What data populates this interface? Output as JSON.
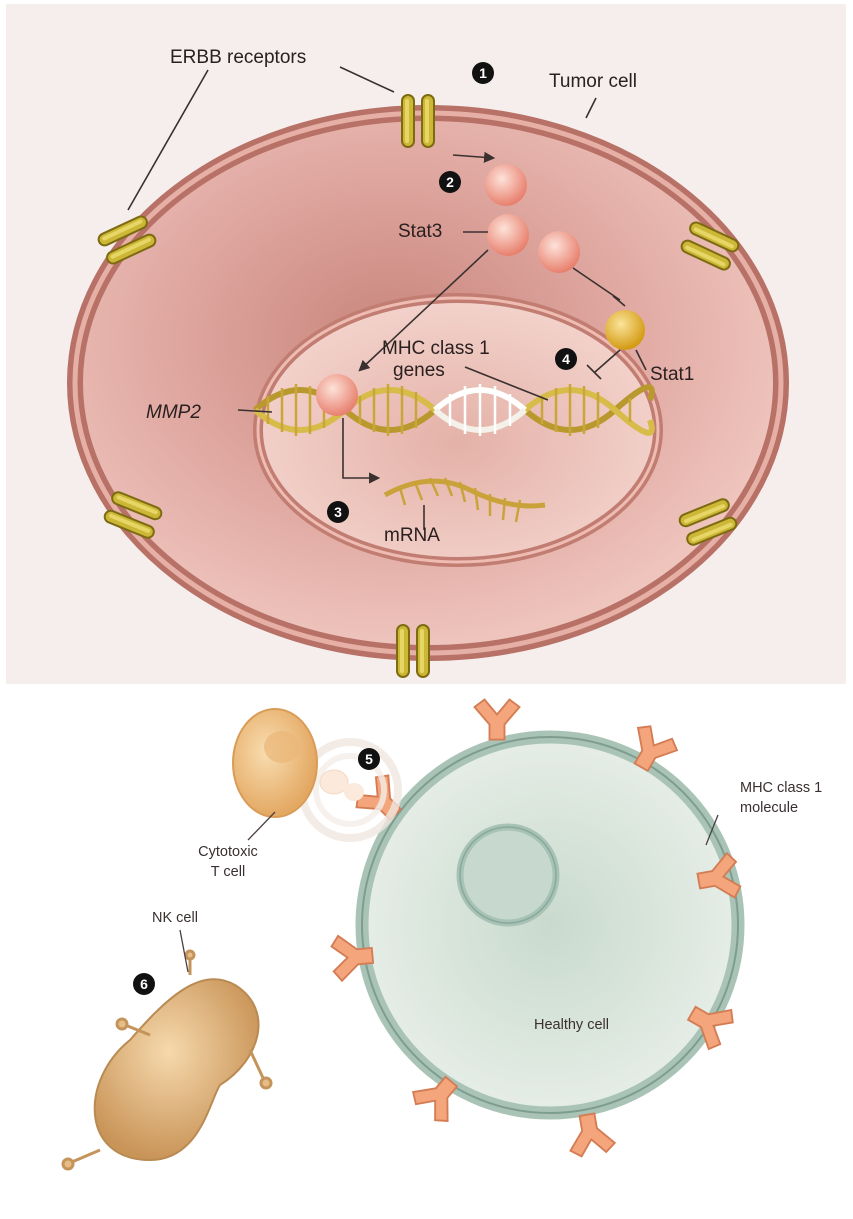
{
  "colors": {
    "tumor_cytoplasm": "#e4aaa4",
    "tumor_membrane": "#c98377",
    "receptor_gold": "#c4b02a",
    "stat3_pink": "#f0a493",
    "stat1_gold": "#e8b62a",
    "healthy_cell": "#dfe9e2",
    "healthy_membrane": "#a9c4b6",
    "mhc_molecule": "#f2a47a",
    "t_cell": "#f3c98e",
    "nk_cell": "#e6bd86"
  },
  "tumor_panel": {
    "labels": {
      "erbb_receptors": "ERBB receptors",
      "tumor_cell": "Tumor cell",
      "stat3": "Stat3",
      "stat1": "Stat1",
      "mhc_genes_line1": "MHC class 1",
      "mhc_genes_line2": "genes",
      "mmp2": "MMP2",
      "mrna": "mRNA"
    },
    "steps": [
      "1",
      "2",
      "3",
      "4"
    ]
  },
  "immune_panel": {
    "labels": {
      "cytotoxic_line1": "Cytotoxic",
      "cytotoxic_line2": "T cell",
      "mhc_molecule_line1": "MHC class 1",
      "mhc_molecule_line2": "molecule",
      "nk_cell": "NK cell",
      "healthy_cell": "Healthy cell"
    },
    "steps": [
      "5",
      "6"
    ]
  }
}
